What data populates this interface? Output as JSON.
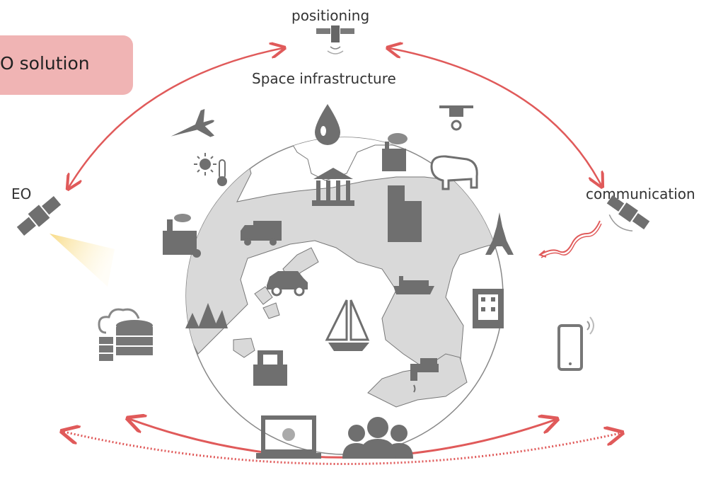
{
  "labels": {
    "solution": "O solution",
    "positioning": "positioning",
    "space_infrastructure": "Space infrastructure",
    "eo": "EO",
    "communication": "communication"
  },
  "colors": {
    "arrow": "#e05a5a",
    "globe_land": "#d9d9d9",
    "icon": "#6f6f6f",
    "solution_box": "#f0b4b4",
    "sensor_beam": "#f7d77a"
  },
  "icons": [
    "positioning-satellite-icon",
    "eo-satellite-icon",
    "communication-satellite-icon",
    "airplane-icon",
    "sun-icon",
    "thermometer-icon",
    "water-drop-icon",
    "drone-icon",
    "factory-icon",
    "hippo-icon",
    "government-building-icon",
    "office-building-icon",
    "truck-icon",
    "power-plant-icon",
    "car-icon",
    "cargo-ship-icon",
    "eiffel-tower-icon",
    "hospital-building-icon",
    "forest-icon",
    "sailboat-icon",
    "school-building-icon",
    "water-tap-icon",
    "cloud-database-icon",
    "smartphone-icon",
    "laptop-icon",
    "people-icon"
  ]
}
